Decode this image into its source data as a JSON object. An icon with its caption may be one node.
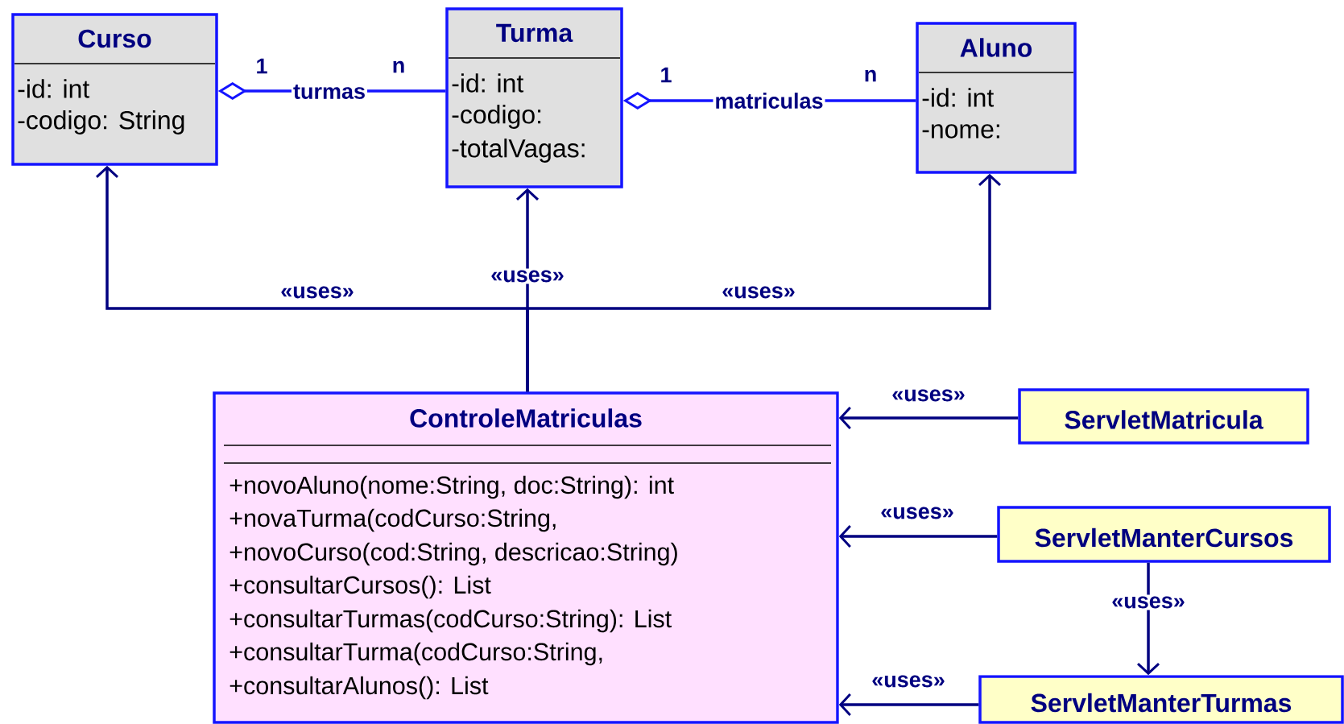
{
  "diagram": {
    "nodes": [
      {
        "text": [
          "Curso",
          "-id: int",
          "-codigo: String"
        ]
      },
      {
        "text": [
          "Turma",
          "-id: int",
          "-codigo:",
          "-totalVagas:"
        ]
      },
      {
        "text": [
          "Aluno",
          "-id: int",
          "-nome:"
        ]
      },
      {
        "text": [
          "ControleMatriculas",
          "+novoAluno(nome:String, doc:String): int",
          "+novaTurma(codCurso:String,",
          "+novoCurso(cod:String, descricao:String)",
          "+consultarCursos(): List",
          "+consultarTurmas(codCurso:String): List",
          "+consultarTurma(codCurso:String,",
          "+consultarAlunos(): List"
        ]
      },
      {
        "text": [
          "ServletMatricula"
        ]
      },
      {
        "text": [
          "ServletManterCursos"
        ]
      },
      {
        "text": [
          "ServletManterTurmas"
        ]
      }
    ],
    "edges": [
      {
        "from": 0,
        "to": 1,
        "arrow": "other",
        "label": "turmas",
        "color": "#1414ff"
      },
      {
        "from": 1,
        "to": 2,
        "arrow": "other",
        "label": "matriculas",
        "color": "#1414ff"
      },
      {
        "from": 3,
        "to": 0,
        "arrow": "to",
        "label": "«uses»"
      },
      {
        "from": 3,
        "to": 1,
        "arrow": "to",
        "label": "«uses»"
      },
      {
        "from": 3,
        "to": 2,
        "arrow": "to",
        "label": "«uses»"
      },
      {
        "from": 4,
        "to": 3,
        "arrow": "to",
        "label": "«uses»"
      },
      {
        "from": 5,
        "to": 3,
        "arrow": "to",
        "label": "«uses»"
      },
      {
        "from": 6,
        "to": 3,
        "arrow": "to",
        "label": "«uses»"
      },
      {
        "from": 5,
        "to": 6,
        "arrow": "to",
        "label": "«uses»"
      }
    ],
    "labels": [
      "1",
      "n",
      "1",
      "n"
    ]
  }
}
